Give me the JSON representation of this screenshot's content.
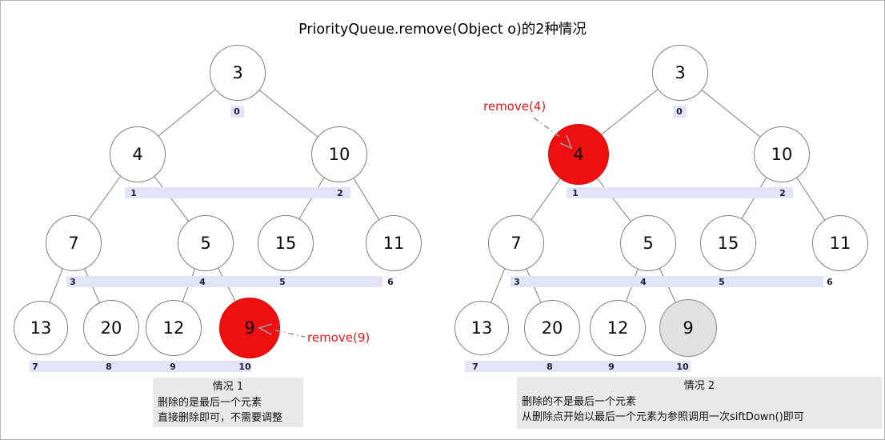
{
  "title": "PriorityQueue.remove(Object o)的2种情况",
  "colors": {
    "node_fill": "#ffffff",
    "node_border": "#7f7f7f",
    "edge_line": "#7f7f7f",
    "highlight_red": "#ee1010",
    "removed_gray": "#e1e1e1",
    "index_bar": "#e4e4f8",
    "index_text": "#1c1c3a",
    "caption_bg": "#e9e9e9",
    "remove_label_text": "#e81717",
    "arrow": "#999999"
  },
  "trees": [
    {
      "remove_label": "remove(9)",
      "caption": {
        "title": "情况 1",
        "line1": "删除的是最后一个元素",
        "line2": "直接删除即可，不需要调整"
      },
      "nodes": [
        {
          "value": "3",
          "index": "0"
        },
        {
          "value": "4",
          "index": "1"
        },
        {
          "value": "10",
          "index": "2"
        },
        {
          "value": "7",
          "index": "3"
        },
        {
          "value": "5",
          "index": "4"
        },
        {
          "value": "15",
          "index": "5"
        },
        {
          "value": "11",
          "index": "6"
        },
        {
          "value": "13",
          "index": "7"
        },
        {
          "value": "20",
          "index": "8"
        },
        {
          "value": "12",
          "index": "9"
        },
        {
          "value": "9",
          "index": "10",
          "highlight": "red"
        }
      ]
    },
    {
      "remove_label": "remove(4)",
      "caption": {
        "title": "情况 2",
        "line1": "删除的不是最后一个元素",
        "line2": "从删除点开始以最后一个元素为参照调用一次siftDown()即可"
      },
      "nodes": [
        {
          "value": "3",
          "index": "0"
        },
        {
          "value": "4",
          "index": "1",
          "highlight": "red"
        },
        {
          "value": "10",
          "index": "2"
        },
        {
          "value": "7",
          "index": "3"
        },
        {
          "value": "5",
          "index": "4"
        },
        {
          "value": "15",
          "index": "5"
        },
        {
          "value": "11",
          "index": "6"
        },
        {
          "value": "13",
          "index": "7"
        },
        {
          "value": "20",
          "index": "8"
        },
        {
          "value": "12",
          "index": "9"
        },
        {
          "value": "9",
          "index": "10",
          "highlight": "gray"
        }
      ]
    }
  ]
}
